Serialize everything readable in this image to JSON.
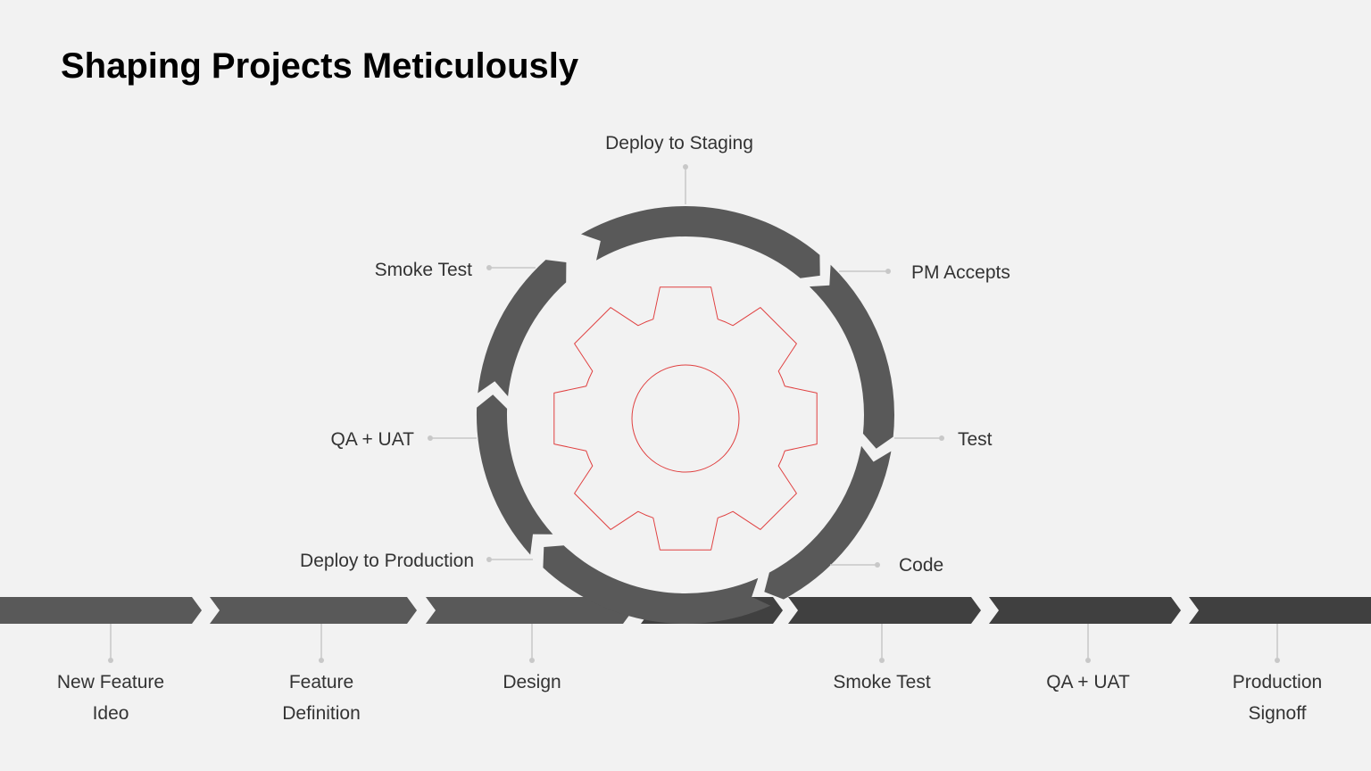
{
  "title": "Shaping Projects Meticulously",
  "colors": {
    "background": "#f2f2f2",
    "segment": "#595959",
    "segment_dark": "#404040",
    "connector": "#c8c8c8",
    "gear_outline": "#e04040",
    "label_text": "#333333"
  },
  "cycle": {
    "center_icon": "gear-icon",
    "steps": [
      {
        "label": "Deploy to Staging"
      },
      {
        "label": "PM Accepts"
      },
      {
        "label": "Test"
      },
      {
        "label": "Code"
      },
      {
        "label": "Deploy to Production"
      },
      {
        "label": "QA + UAT"
      },
      {
        "label": "Smoke Test"
      }
    ]
  },
  "timeline": {
    "stages": [
      {
        "lines": [
          "New Feature",
          "Ideo"
        ]
      },
      {
        "lines": [
          "Feature",
          "Definition"
        ]
      },
      {
        "lines": [
          "Design"
        ]
      },
      {
        "lines": []
      },
      {
        "lines": [
          "Smoke Test"
        ]
      },
      {
        "lines": [
          "QA + UAT"
        ]
      },
      {
        "lines": [
          "Production",
          "Signoff"
        ]
      }
    ]
  }
}
